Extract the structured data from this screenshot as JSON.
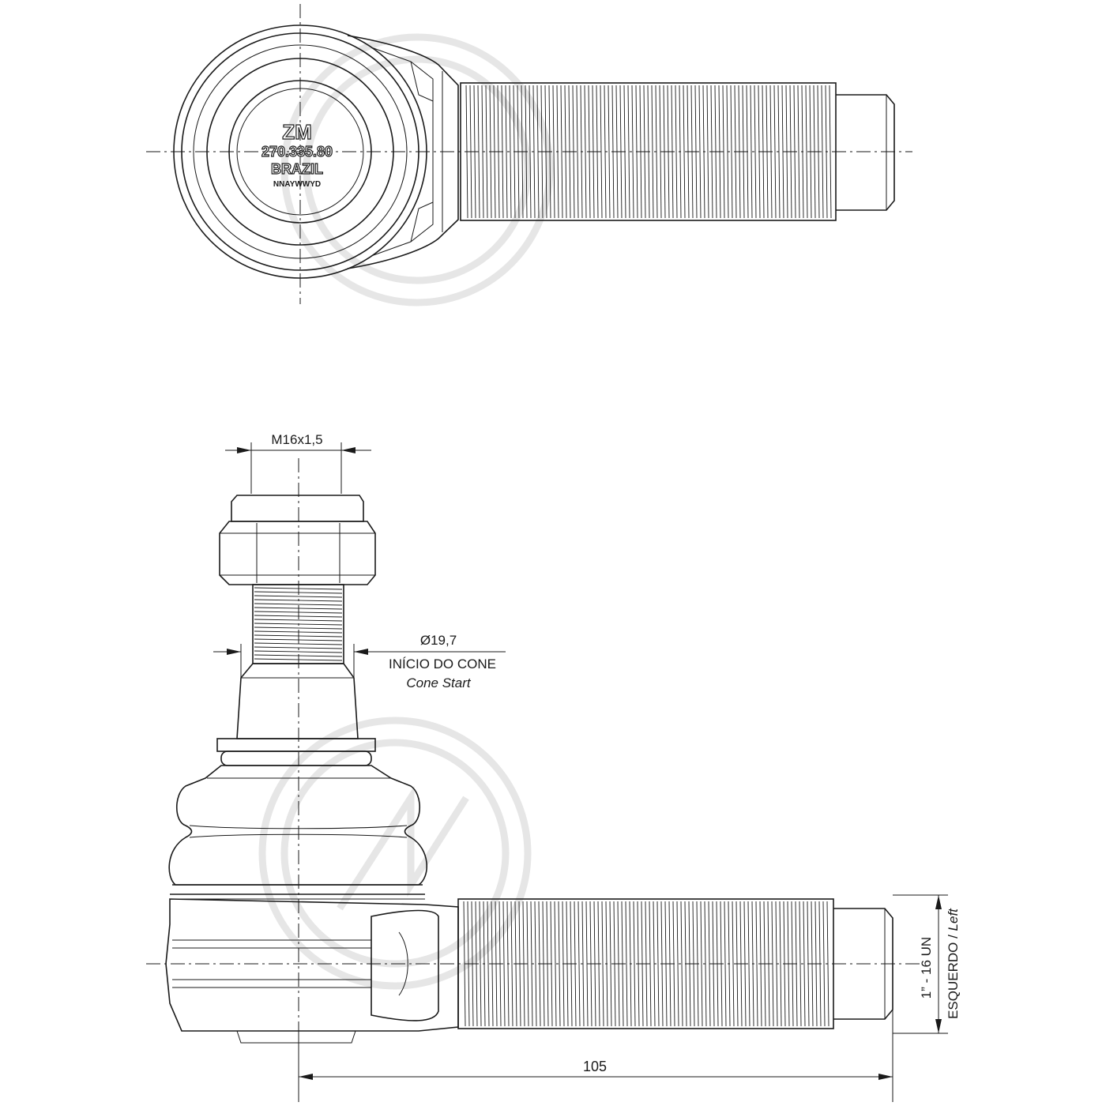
{
  "top_view": {
    "marking": {
      "brand": "ZM",
      "part_number": "270.335.80",
      "origin": "BRAZIL",
      "date_code": "NNAYWWYD"
    }
  },
  "side_view": {
    "dimensions": {
      "stud_thread": "M16x1,5",
      "cone_diameter": "Ø19,7",
      "cone_start_pt": "INÍCIO DO CONE",
      "cone_start_en": "Cone Start",
      "shank_thread": "1” - 16 UN",
      "thread_hand": "ESQUERDO / ",
      "thread_hand_en": "Left",
      "overall_length": "105"
    }
  }
}
